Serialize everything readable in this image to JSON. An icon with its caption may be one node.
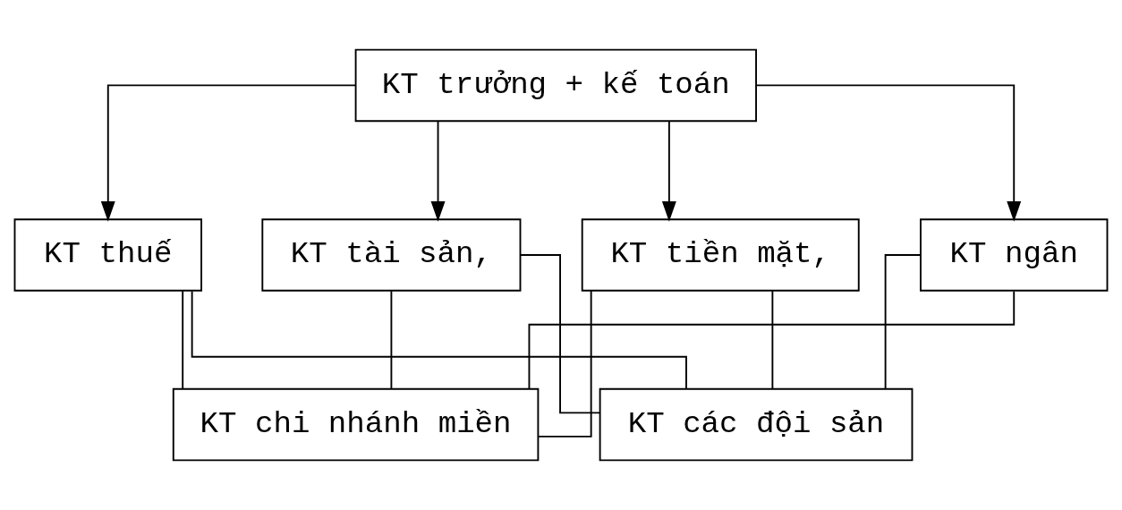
{
  "diagram": {
    "nodes": [
      {
        "text": [
          "KT trưởng + kế toán"
        ]
      },
      {
        "text": [
          "KT tiền mặt,"
        ]
      },
      {
        "text": [
          "KT ngân"
        ]
      },
      {
        "text": [
          "KT thuế"
        ]
      },
      {
        "text": [
          "KT tài sản,"
        ]
      },
      {
        "text": [
          "KT chi nhánh miền"
        ]
      },
      {
        "text": [
          "KT các đội sản"
        ]
      }
    ],
    "edges": [
      {
        "from": 0,
        "to": 1,
        "arrow": "to"
      },
      {
        "from": 0,
        "to": 2,
        "arrow": "to"
      },
      {
        "from": 0,
        "to": 3,
        "arrow": "to"
      },
      {
        "from": 0,
        "to": 4,
        "arrow": "to"
      },
      {
        "from": 1,
        "to": 5,
        "arrow": "none"
      },
      {
        "from": 1,
        "to": 6,
        "arrow": "none"
      },
      {
        "from": 2,
        "to": 5,
        "arrow": "none"
      },
      {
        "from": 2,
        "to": 6,
        "arrow": "none"
      },
      {
        "from": 3,
        "to": 5,
        "arrow": "none"
      },
      {
        "from": 3,
        "to": 6,
        "arrow": "none"
      },
      {
        "from": 4,
        "to": 5,
        "arrow": "none"
      },
      {
        "from": 4,
        "to": 6,
        "arrow": "none"
      }
    ]
  }
}
